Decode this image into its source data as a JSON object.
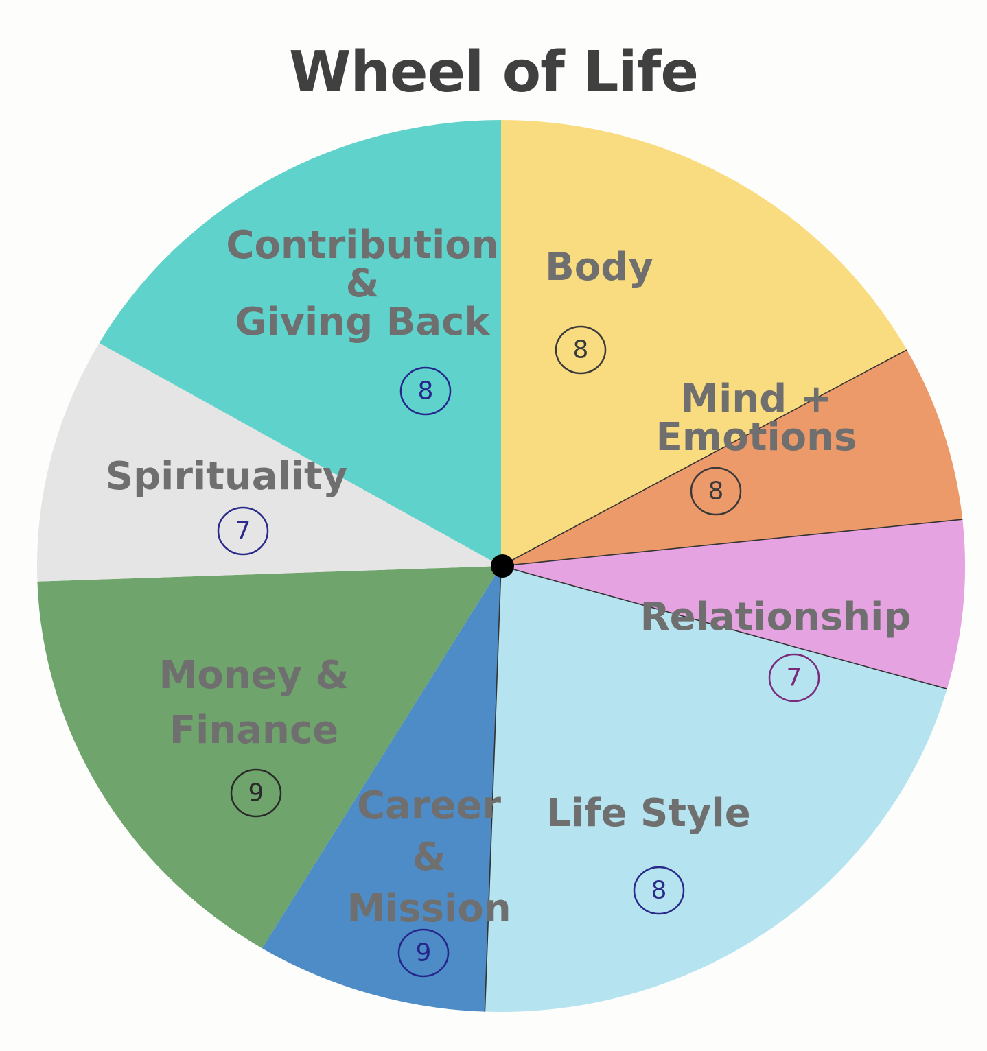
{
  "title": "Wheel of Life",
  "segments": [
    {
      "label": [
        "Body"
      ],
      "score": "8",
      "color": "#f9dc80",
      "ink": "#3a3a3a"
    },
    {
      "label": [
        "Mind +",
        "Emotions"
      ],
      "score": "8",
      "color": "#ec9a6a",
      "ink": "#3a3a3a"
    },
    {
      "label": [
        "Relationship"
      ],
      "score": "7",
      "color": "#e6a3e2",
      "ink": "#7a2a7a"
    },
    {
      "label": [
        "Life Style"
      ],
      "score": "8",
      "color": "#b5e4f0",
      "ink": "#2a2a8a"
    },
    {
      "label": [
        "Career",
        "&",
        "Mission"
      ],
      "score": "9",
      "color": "#4d8cc7",
      "ink": "#26268a"
    },
    {
      "label": [
        "Money &",
        "Finance"
      ],
      "score": "9",
      "color": "#6fa46c",
      "ink": "#2a2a2a"
    },
    {
      "label": [
        "Spirituality"
      ],
      "score": "7",
      "color": "#e5e5e5",
      "ink": "#2a2a8a"
    },
    {
      "label": [
        "Contribution",
        "&",
        "Giving Back"
      ],
      "score": "8",
      "color": "#5ed2cb",
      "ink": "#26268a"
    }
  ]
}
